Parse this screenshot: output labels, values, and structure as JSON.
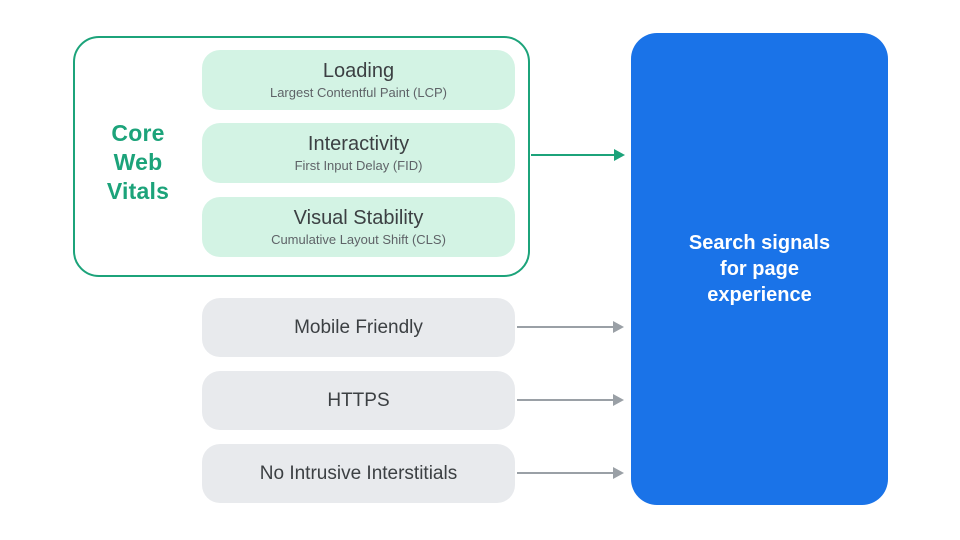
{
  "core_web_vitals": {
    "label": "Core Web Vitals",
    "items": [
      {
        "title": "Loading",
        "subtitle": "Largest Contentful Paint (LCP)"
      },
      {
        "title": "Interactivity",
        "subtitle": "First Input Delay (FID)"
      },
      {
        "title": "Visual Stability",
        "subtitle": "Cumulative Layout Shift (CLS)"
      }
    ]
  },
  "other_signals": [
    {
      "label": "Mobile Friendly"
    },
    {
      "label": "HTTPS"
    },
    {
      "label": "No Intrusive Interstitials"
    }
  ],
  "result_box": {
    "label": "Search signals for page experience"
  },
  "colors": {
    "teal": "#1CA37A",
    "teal-light": "#D3F3E4",
    "gray-pill": "#E8EAED",
    "blue": "#1A73E8",
    "arrow-gray": "#9AA0A6",
    "title-dark": "#3C4043",
    "subtitle-gray": "#5F6368",
    "white": "#FFFFFF"
  }
}
